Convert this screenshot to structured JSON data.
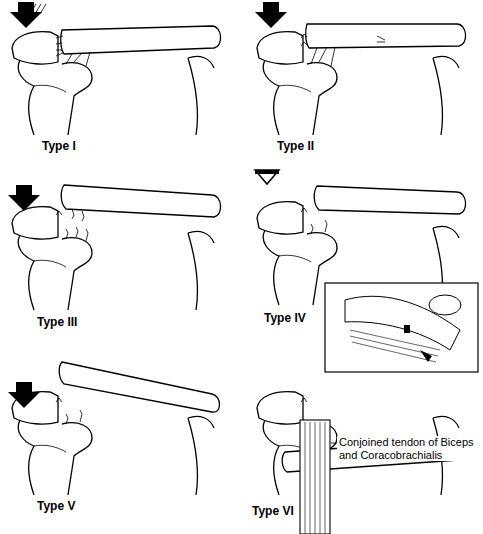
{
  "diagram": {
    "labels": [
      "Type I",
      "Type II",
      "Type III",
      "Type IV",
      "Type V",
      "Type VI",
      "Conjoined tendon of Biceps and Coracobrachialis"
    ]
  }
}
